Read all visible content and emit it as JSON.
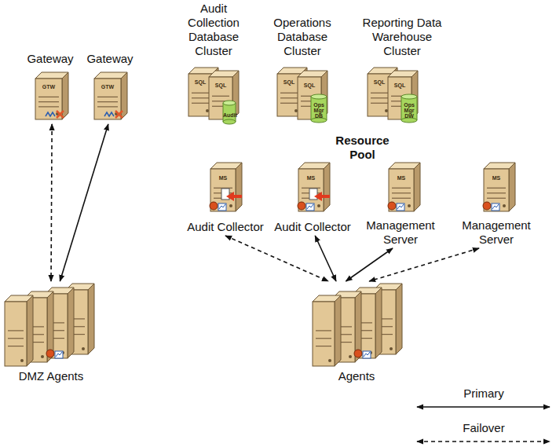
{
  "diagram": {
    "nodes": [
      {
        "text": [
          "Gateway"
        ]
      },
      {
        "text": [
          "Gateway"
        ]
      },
      {
        "text": [
          "Audit Collection Database Cluster"
        ]
      },
      {
        "text": [
          "Operations Database Cluster"
        ]
      },
      {
        "text": [
          "Reporting Data Warehouse Cluster"
        ]
      },
      {
        "text": [
          "Resource Pool"
        ]
      },
      {
        "text": [
          "Audit Collector"
        ],
        "in": 5
      },
      {
        "text": [
          "Audit Collector"
        ],
        "in": 5
      },
      {
        "text": [
          "Management Server"
        ],
        "in": 5
      },
      {
        "text": [
          "Management Server"
        ],
        "in": 5
      },
      {
        "text": [
          "DMZ Agents"
        ]
      },
      {
        "text": [
          "Agents"
        ]
      }
    ],
    "edges": [
      {
        "from": 0,
        "to": 10,
        "arrow": "both"
      },
      {
        "from": 1,
        "to": 10,
        "arrow": "both"
      },
      {
        "from": 6,
        "to": 11,
        "arrow": "both"
      },
      {
        "from": 7,
        "to": 11,
        "arrow": "both"
      },
      {
        "from": 8,
        "to": 11,
        "arrow": "both"
      },
      {
        "from": 9,
        "to": 11,
        "arrow": "both"
      }
    ],
    "labels": [
      "GTW",
      "GTW",
      "SQL",
      "SQL",
      "Audit",
      "SQL",
      "SQL",
      "Ops Mgr DB",
      "SQL",
      "SQL",
      "Ops Mgr DW",
      "MS",
      "MS",
      "MS",
      "MS"
    ],
    "legend": [
      {
        "text": "Primary"
      },
      {
        "text": "Failover"
      }
    ]
  }
}
